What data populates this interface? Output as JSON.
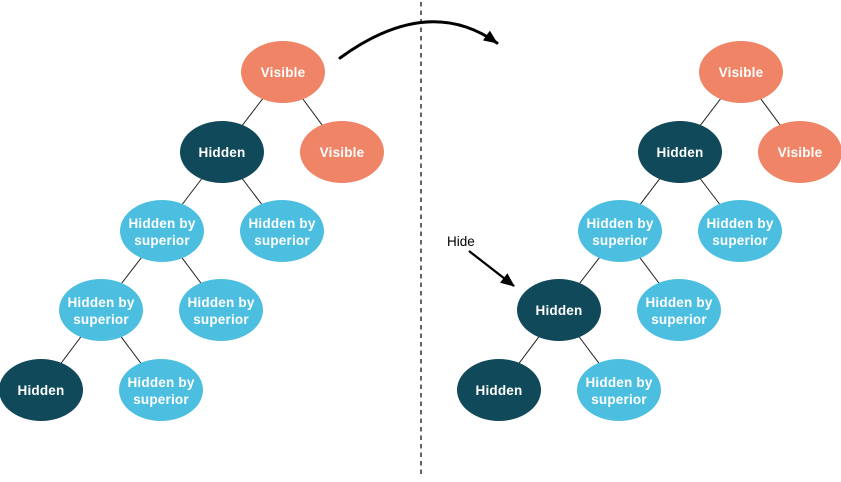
{
  "colors": {
    "visible": "#F08467",
    "hidden": "#10495A",
    "hidden_by_superior": "#4CBFE1",
    "edge": "#1F1F1F",
    "node_text": "#FFFFFF",
    "annotation_text": "#000000"
  },
  "annotation": {
    "hide_label": "Hide"
  },
  "left_tree": {
    "nodes": [
      {
        "state": "visible",
        "line1": "Visible"
      },
      {
        "state": "hidden",
        "line1": "Hidden"
      },
      {
        "state": "visible",
        "line1": "Visible"
      },
      {
        "state": "hidden_by_superior",
        "line1": "Hidden by",
        "line2": "superior"
      },
      {
        "state": "hidden_by_superior",
        "line1": "Hidden by",
        "line2": "superior"
      },
      {
        "state": "hidden_by_superior",
        "line1": "Hidden by",
        "line2": "superior"
      },
      {
        "state": "hidden_by_superior",
        "line1": "Hidden by",
        "line2": "superior"
      },
      {
        "state": "hidden",
        "line1": "Hidden"
      },
      {
        "state": "hidden_by_superior",
        "line1": "Hidden by",
        "line2": "superior"
      }
    ]
  },
  "right_tree": {
    "nodes": [
      {
        "state": "visible",
        "line1": "Visible"
      },
      {
        "state": "hidden",
        "line1": "Hidden"
      },
      {
        "state": "visible",
        "line1": "Visible"
      },
      {
        "state": "hidden_by_superior",
        "line1": "Hidden by",
        "line2": "superior"
      },
      {
        "state": "hidden_by_superior",
        "line1": "Hidden by",
        "line2": "superior"
      },
      {
        "state": "hidden",
        "line1": "Hidden"
      },
      {
        "state": "hidden_by_superior",
        "line1": "Hidden by",
        "line2": "superior"
      },
      {
        "state": "hidden",
        "line1": "Hidden"
      },
      {
        "state": "hidden_by_superior",
        "line1": "Hidden by",
        "line2": "superior"
      }
    ]
  }
}
